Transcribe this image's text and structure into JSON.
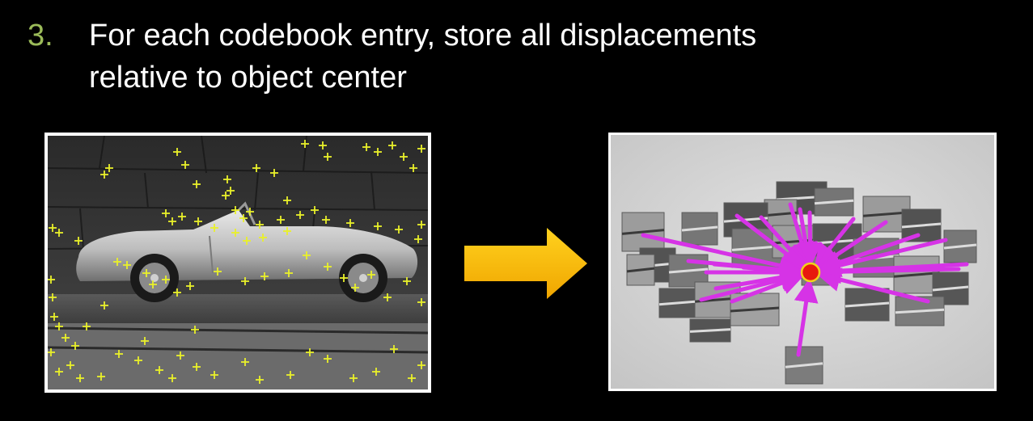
{
  "slide": {
    "number": "3.",
    "text_line1": "For each codebook entry, store all displacements",
    "text_line2": "relative to object center"
  },
  "colors": {
    "bullet_number": "#9bbb59",
    "text": "#ffffff",
    "background": "#000000",
    "arrow_fill": "#f5b800",
    "displacement_vector": "#d633e6",
    "object_center": "#e8190e",
    "interest_point": "#e9f02a"
  },
  "icons": {
    "arrow": "right-arrow-icon",
    "center": "object-center-icon",
    "feature": "plus-marker-icon"
  }
}
